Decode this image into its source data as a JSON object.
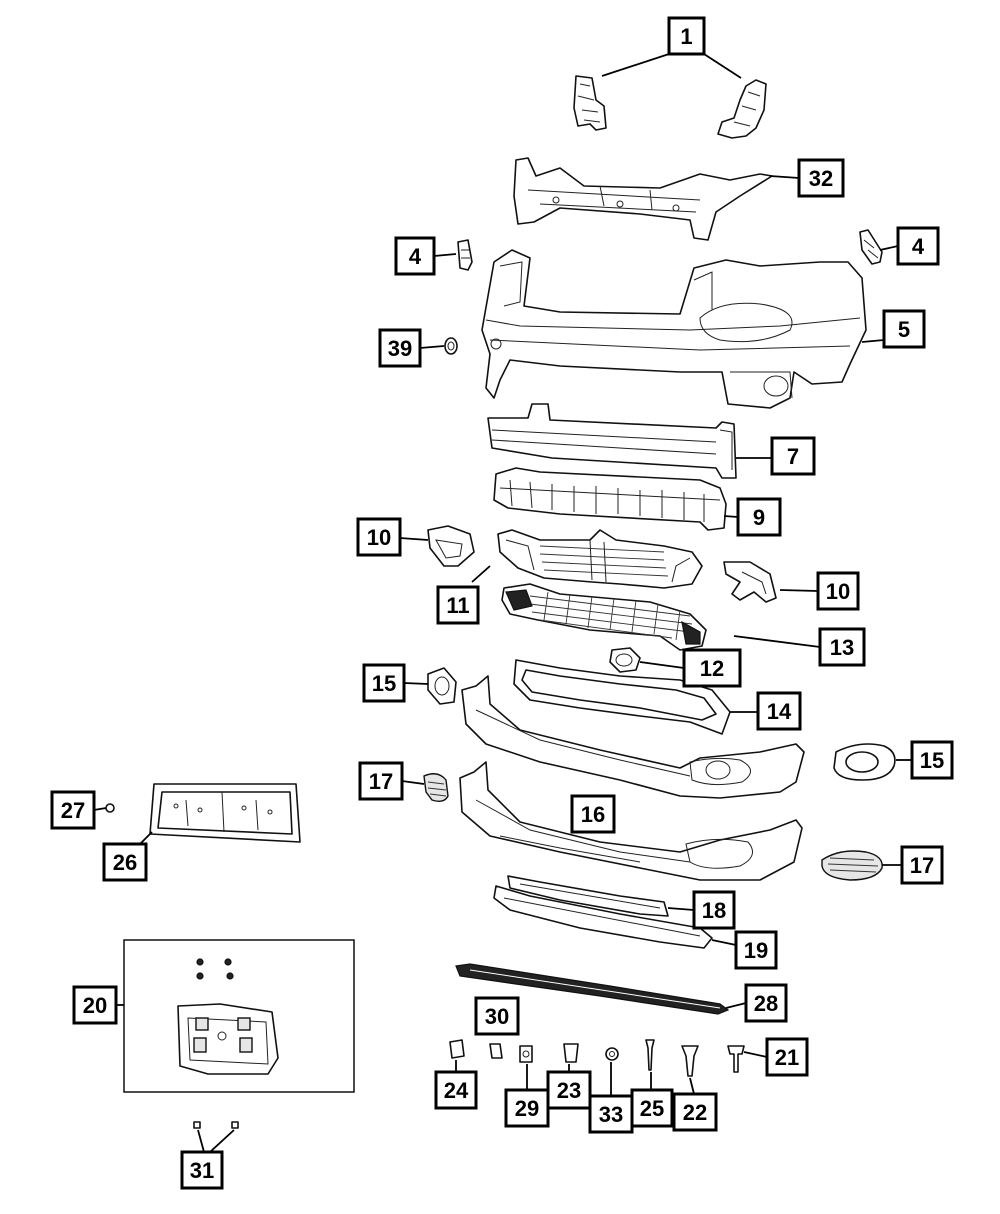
{
  "diagram": {
    "callouts": [
      {
        "id": "c1",
        "label": "1"
      },
      {
        "id": "c32",
        "label": "32"
      },
      {
        "id": "c4a",
        "label": "4"
      },
      {
        "id": "c4b",
        "label": "4"
      },
      {
        "id": "c5",
        "label": "5"
      },
      {
        "id": "c39",
        "label": "39"
      },
      {
        "id": "c7",
        "label": "7"
      },
      {
        "id": "c9",
        "label": "9"
      },
      {
        "id": "c10a",
        "label": "10"
      },
      {
        "id": "c10b",
        "label": "10"
      },
      {
        "id": "c11",
        "label": "11"
      },
      {
        "id": "c12",
        "label": "12"
      },
      {
        "id": "c13",
        "label": "13"
      },
      {
        "id": "c14",
        "label": "14"
      },
      {
        "id": "c15a",
        "label": "15"
      },
      {
        "id": "c15b",
        "label": "15"
      },
      {
        "id": "c16",
        "label": "16"
      },
      {
        "id": "c17a",
        "label": "17"
      },
      {
        "id": "c17b",
        "label": "17"
      },
      {
        "id": "c18",
        "label": "18"
      },
      {
        "id": "c19",
        "label": "19"
      },
      {
        "id": "c20",
        "label": "20"
      },
      {
        "id": "c21",
        "label": "21"
      },
      {
        "id": "c22",
        "label": "22"
      },
      {
        "id": "c23",
        "label": "23"
      },
      {
        "id": "c24",
        "label": "24"
      },
      {
        "id": "c25",
        "label": "25"
      },
      {
        "id": "c26",
        "label": "26"
      },
      {
        "id": "c27",
        "label": "27"
      },
      {
        "id": "c28",
        "label": "28"
      },
      {
        "id": "c29",
        "label": "29"
      },
      {
        "id": "c30",
        "label": "30"
      },
      {
        "id": "c31",
        "label": "31"
      },
      {
        "id": "c33",
        "label": "33"
      }
    ]
  }
}
